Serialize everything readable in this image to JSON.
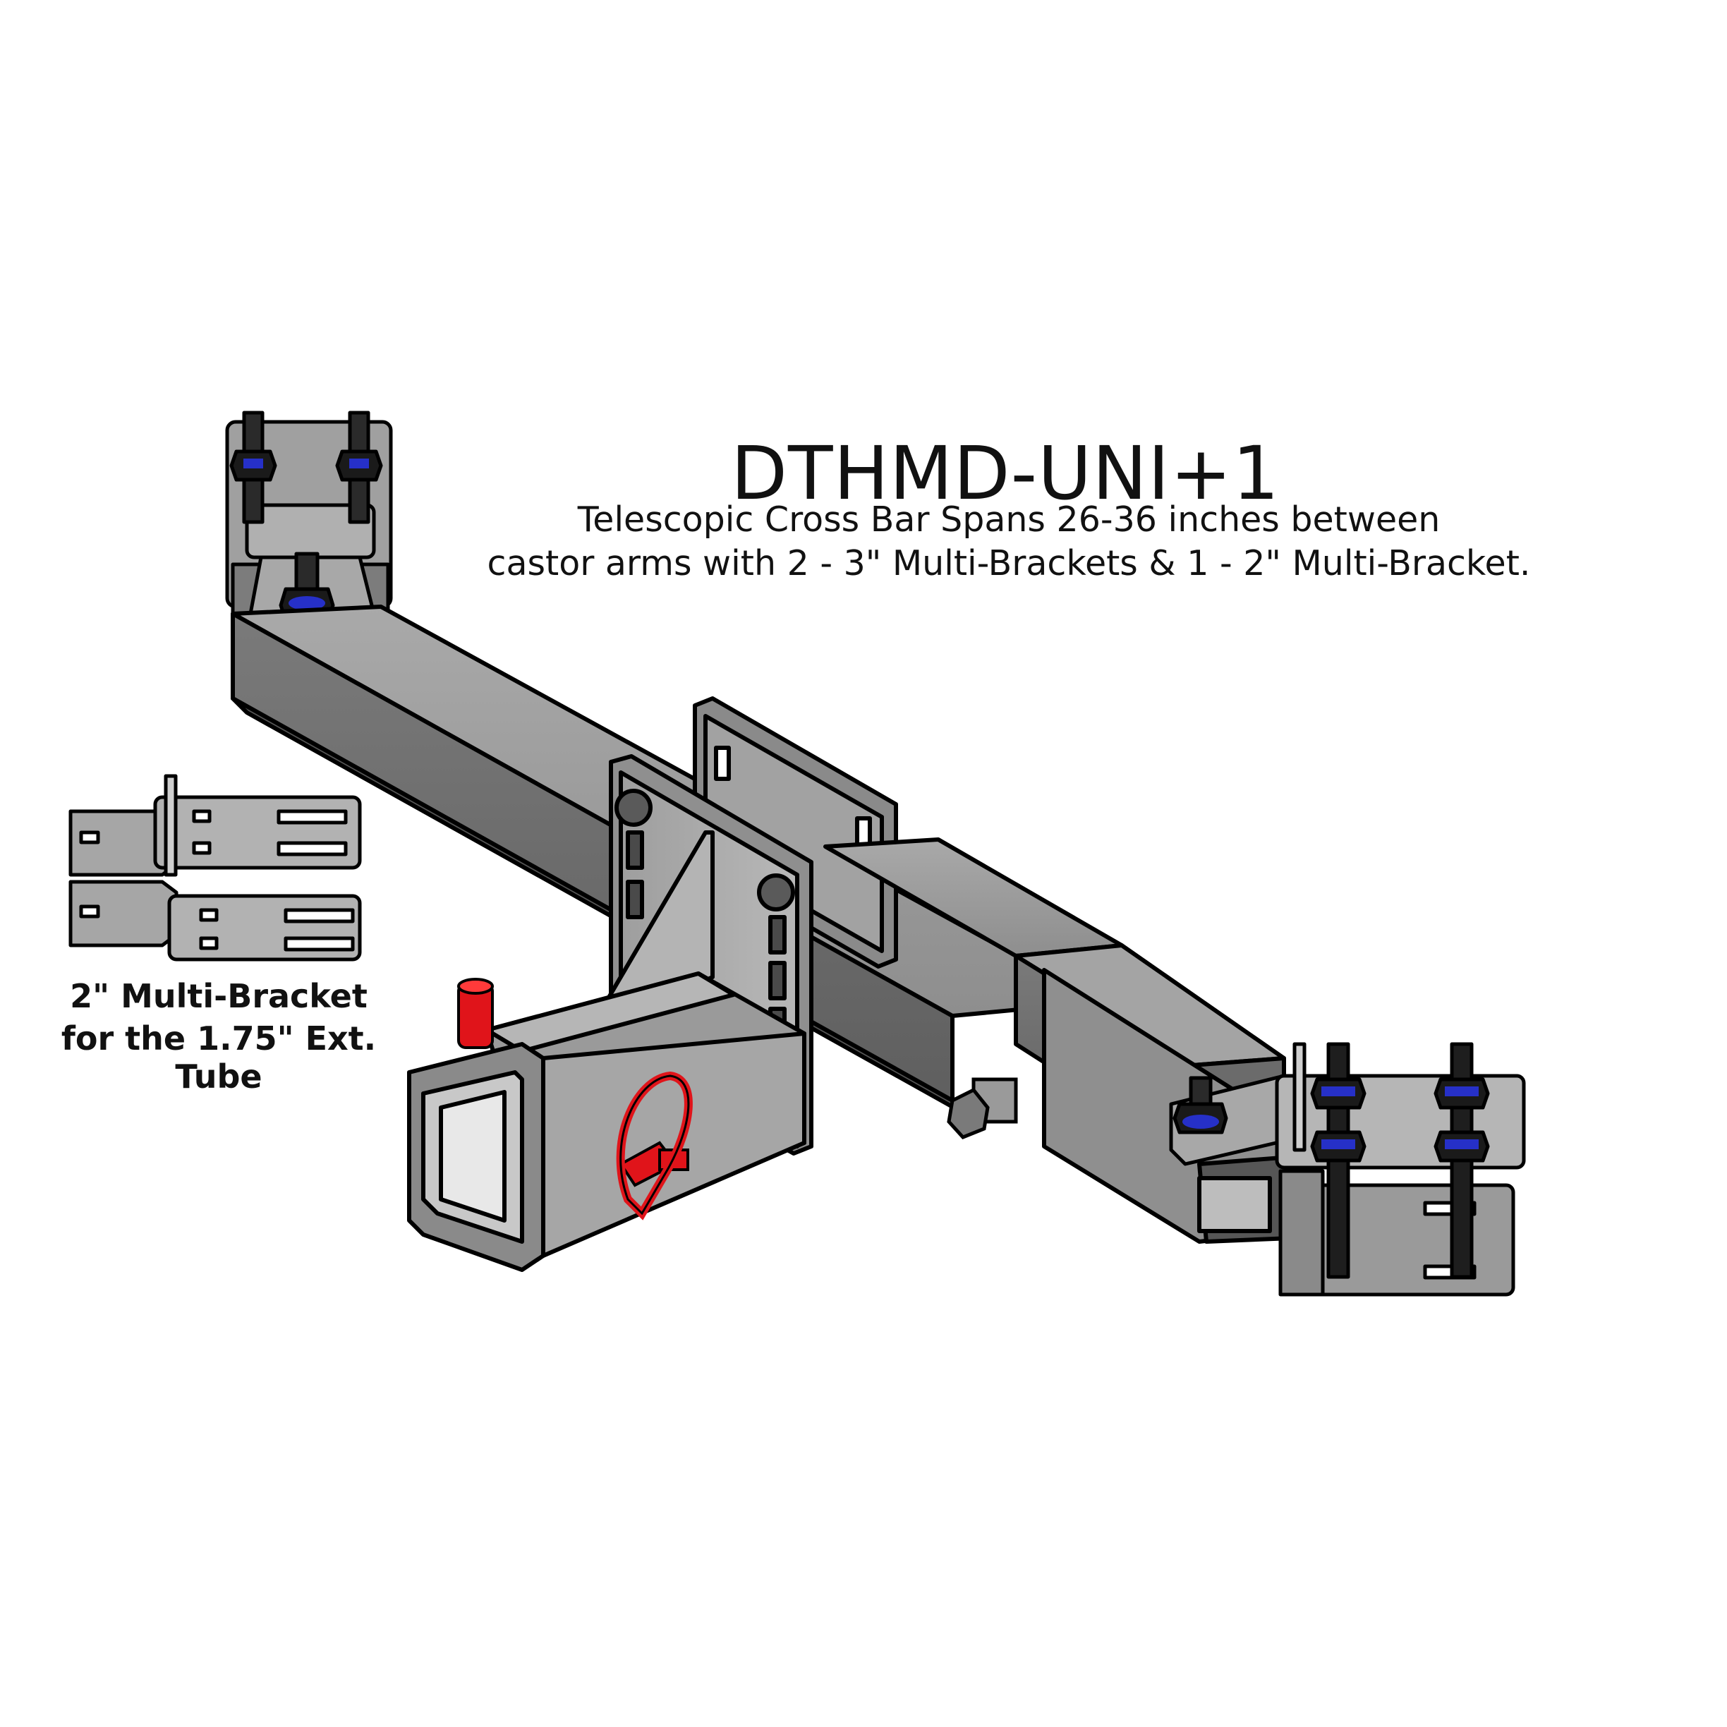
{
  "product": {
    "model": "DTHMD-UNI+1",
    "description_line1": "Telescopic Cross Bar Spans 26-36 inches between",
    "description_line2": "castor arms with 2 - 3\" Multi-Brackets & 1 - 2\" Multi-Bracket."
  },
  "inset": {
    "caption_line1": "2\" Multi-Bracket",
    "caption_line2": "for the 1.75\" Ext. Tube"
  },
  "colors": {
    "steel_light": "#b4b4b4",
    "steel_mid": "#9a9a9a",
    "steel_dark": "#7c7c7c",
    "outline": "#000000",
    "pin_red": "#e0141a",
    "bolt_blue": "#2630c8"
  }
}
